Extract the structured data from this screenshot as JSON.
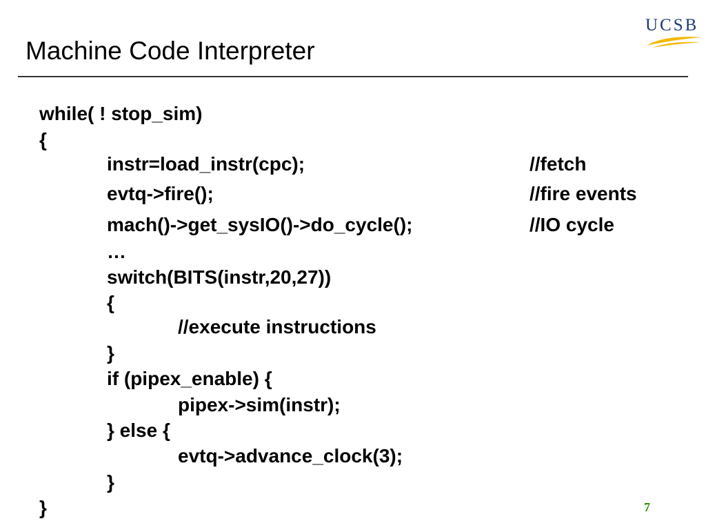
{
  "slide": {
    "title": "Machine Code Interpreter",
    "logo_text": "UCSB",
    "page_number": "7"
  },
  "code": {
    "lines": [
      "while( ! stop_sim)",
      "{",
      "instr=load_instr(cpc);",
      "evtq->fire();",
      "mach()->get_sysIO()->do_cycle();",
      "…",
      "switch(BITS(instr,20,27))",
      "{",
      "//execute instructions",
      "}",
      "if (pipex_enable) {",
      "pipex->sim(instr);",
      "} else {",
      "evtq->advance_clock(3);",
      "}",
      "}"
    ],
    "comments": [
      "//fetch",
      "//fire events",
      "//IO cycle"
    ]
  },
  "colors": {
    "logo_text": "#1f3a6e",
    "logo_swoosh": "#f2b800",
    "page_number": "#2e8b00"
  }
}
